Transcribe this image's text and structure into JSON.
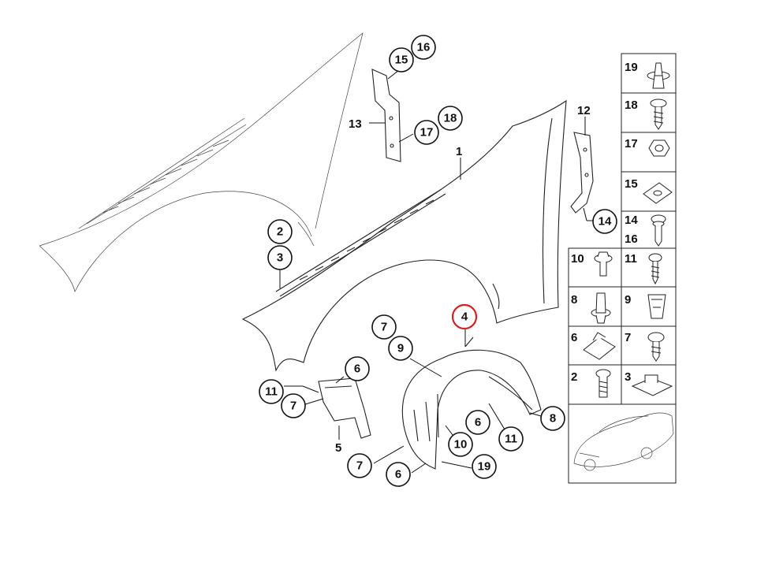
{
  "callouts": [
    {
      "id": "c16a",
      "label": "16"
    },
    {
      "id": "c15a",
      "label": "15"
    },
    {
      "id": "c17a",
      "label": "17"
    },
    {
      "id": "c18a",
      "label": "18"
    },
    {
      "id": "c2",
      "label": "2"
    },
    {
      "id": "c3",
      "label": "3"
    },
    {
      "id": "c14a",
      "label": "14"
    },
    {
      "id": "c4",
      "label": "4"
    },
    {
      "id": "c7a",
      "label": "7"
    },
    {
      "id": "c9a",
      "label": "9"
    },
    {
      "id": "c6a",
      "label": "6"
    },
    {
      "id": "c11a",
      "label": "11"
    },
    {
      "id": "c7b",
      "label": "7"
    },
    {
      "id": "c8a",
      "label": "8"
    },
    {
      "id": "c6b",
      "label": "6"
    },
    {
      "id": "c11b",
      "label": "11"
    },
    {
      "id": "c10a",
      "label": "10"
    },
    {
      "id": "c7c",
      "label": "7"
    },
    {
      "id": "c6c",
      "label": "6"
    },
    {
      "id": "c19a",
      "label": "19"
    }
  ],
  "plain_labels": [
    {
      "id": "p13",
      "label": "13"
    },
    {
      "id": "p1",
      "label": "1"
    },
    {
      "id": "p12",
      "label": "12"
    },
    {
      "id": "p5",
      "label": "5"
    }
  ],
  "parts_grid": [
    {
      "id": "g19",
      "label": "19",
      "icon": "push-rivet-icon"
    },
    {
      "id": "g18",
      "label": "18",
      "icon": "washer-screw-icon"
    },
    {
      "id": "g17",
      "label": "17",
      "icon": "hex-nut-icon"
    },
    {
      "id": "g15",
      "label": "15",
      "icon": "speed-nut-icon"
    },
    {
      "id": "g14",
      "label": "14",
      "label2": "16",
      "icon": "collar-screw-icon"
    },
    {
      "id": "g10",
      "label": "10",
      "icon": "flange-bolt-icon"
    },
    {
      "id": "g11",
      "label": "11",
      "icon": "self-tapping-screw-icon"
    },
    {
      "id": "g8",
      "label": "8",
      "icon": "expansion-rivet-icon"
    },
    {
      "id": "g9",
      "label": "9",
      "icon": "plastic-nut-icon"
    },
    {
      "id": "g6",
      "label": "6",
      "icon": "clip-nut-icon"
    },
    {
      "id": "g7",
      "label": "7",
      "icon": "pan-screw-icon"
    },
    {
      "id": "g2",
      "label": "2",
      "icon": "hex-bolt-icon"
    },
    {
      "id": "g3",
      "label": "3",
      "icon": "cage-nut-icon"
    }
  ],
  "colors": {
    "highlight": "#d42020",
    "line": "#222222"
  }
}
